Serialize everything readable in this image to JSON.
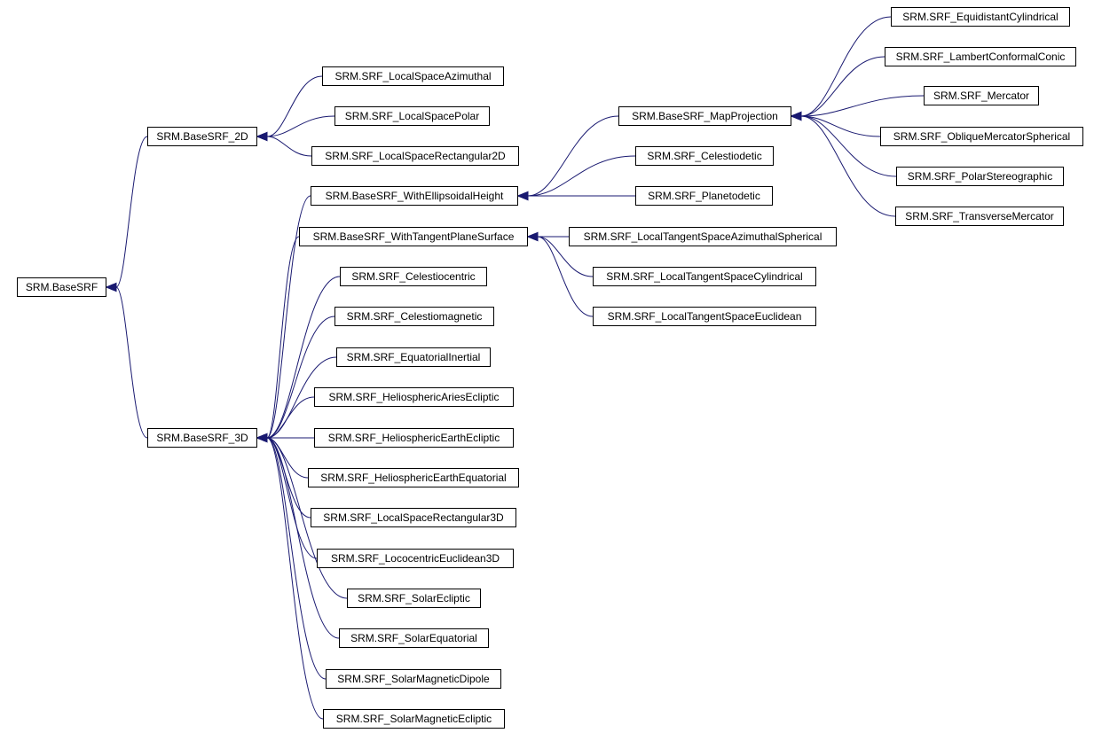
{
  "diagram": {
    "edge_color": "#191970",
    "node_border_color": "#000000",
    "nodes": [
      {
        "id": "root",
        "label": "SRM.BaseSRF"
      },
      {
        "id": "b2d",
        "label": "SRM.BaseSRF_2D"
      },
      {
        "id": "b3d",
        "label": "SRM.BaseSRF_3D"
      },
      {
        "id": "lsaz",
        "label": "SRM.SRF_LocalSpaceAzimuthal"
      },
      {
        "id": "lspol",
        "label": "SRM.SRF_LocalSpacePolar"
      },
      {
        "id": "lsr2",
        "label": "SRM.SRF_LocalSpaceRectangular2D"
      },
      {
        "id": "weh",
        "label": "SRM.BaseSRF_WithEllipsoidalHeight"
      },
      {
        "id": "wtp",
        "label": "SRM.BaseSRF_WithTangentPlaneSurface"
      },
      {
        "id": "cc",
        "label": "SRM.SRF_Celestiocentric"
      },
      {
        "id": "cm",
        "label": "SRM.SRF_Celestiomagnetic"
      },
      {
        "id": "ei",
        "label": "SRM.SRF_EquatorialInertial"
      },
      {
        "id": "hae",
        "label": "SRM.SRF_HeliosphericAriesEcliptic"
      },
      {
        "id": "hee",
        "label": "SRM.SRF_HeliosphericEarthEcliptic"
      },
      {
        "id": "heq",
        "label": "SRM.SRF_HeliosphericEarthEquatorial"
      },
      {
        "id": "lsr3",
        "label": "SRM.SRF_LocalSpaceRectangular3D"
      },
      {
        "id": "lce",
        "label": "SRM.SRF_LococentricEuclidean3D"
      },
      {
        "id": "se",
        "label": "SRM.SRF_SolarEcliptic"
      },
      {
        "id": "seq",
        "label": "SRM.SRF_SolarEquatorial"
      },
      {
        "id": "smd",
        "label": "SRM.SRF_SolarMagneticDipole"
      },
      {
        "id": "sme",
        "label": "SRM.SRF_SolarMagneticEcliptic"
      },
      {
        "id": "mp",
        "label": "SRM.BaseSRF_MapProjection"
      },
      {
        "id": "cd",
        "label": "SRM.SRF_Celestiodetic"
      },
      {
        "id": "pd",
        "label": "SRM.SRF_Planetodetic"
      },
      {
        "id": "ltsaz",
        "label": "SRM.SRF_LocalTangentSpaceAzimuthalSpherical"
      },
      {
        "id": "ltscyl",
        "label": "SRM.SRF_LocalTangentSpaceCylindrical"
      },
      {
        "id": "ltseuc",
        "label": "SRM.SRF_LocalTangentSpaceEuclidean"
      },
      {
        "id": "ec",
        "label": "SRM.SRF_EquidistantCylindrical"
      },
      {
        "id": "lcc",
        "label": "SRM.SRF_LambertConformalConic"
      },
      {
        "id": "merc",
        "label": "SRM.SRF_Mercator"
      },
      {
        "id": "oms",
        "label": "SRM.SRF_ObliqueMercatorSpherical"
      },
      {
        "id": "ps",
        "label": "SRM.SRF_PolarStereographic"
      },
      {
        "id": "tm",
        "label": "SRM.SRF_TransverseMercator"
      }
    ],
    "edges": [
      {
        "from": "b2d",
        "to": "root"
      },
      {
        "from": "b3d",
        "to": "root"
      },
      {
        "from": "lsaz",
        "to": "b2d"
      },
      {
        "from": "lspol",
        "to": "b2d"
      },
      {
        "from": "lsr2",
        "to": "b2d"
      },
      {
        "from": "weh",
        "to": "b3d"
      },
      {
        "from": "wtp",
        "to": "b3d"
      },
      {
        "from": "cc",
        "to": "b3d"
      },
      {
        "from": "cm",
        "to": "b3d"
      },
      {
        "from": "ei",
        "to": "b3d"
      },
      {
        "from": "hae",
        "to": "b3d"
      },
      {
        "from": "hee",
        "to": "b3d"
      },
      {
        "from": "heq",
        "to": "b3d"
      },
      {
        "from": "lsr3",
        "to": "b3d"
      },
      {
        "from": "lce",
        "to": "b3d"
      },
      {
        "from": "se",
        "to": "b3d"
      },
      {
        "from": "seq",
        "to": "b3d"
      },
      {
        "from": "smd",
        "to": "b3d"
      },
      {
        "from": "sme",
        "to": "b3d"
      },
      {
        "from": "mp",
        "to": "weh"
      },
      {
        "from": "cd",
        "to": "weh"
      },
      {
        "from": "pd",
        "to": "weh"
      },
      {
        "from": "ltsaz",
        "to": "wtp"
      },
      {
        "from": "ltscyl",
        "to": "wtp"
      },
      {
        "from": "ltseuc",
        "to": "wtp"
      },
      {
        "from": "ec",
        "to": "mp"
      },
      {
        "from": "lcc",
        "to": "mp"
      },
      {
        "from": "merc",
        "to": "mp"
      },
      {
        "from": "oms",
        "to": "mp"
      },
      {
        "from": "ps",
        "to": "mp"
      },
      {
        "from": "tm",
        "to": "mp"
      }
    ]
  }
}
